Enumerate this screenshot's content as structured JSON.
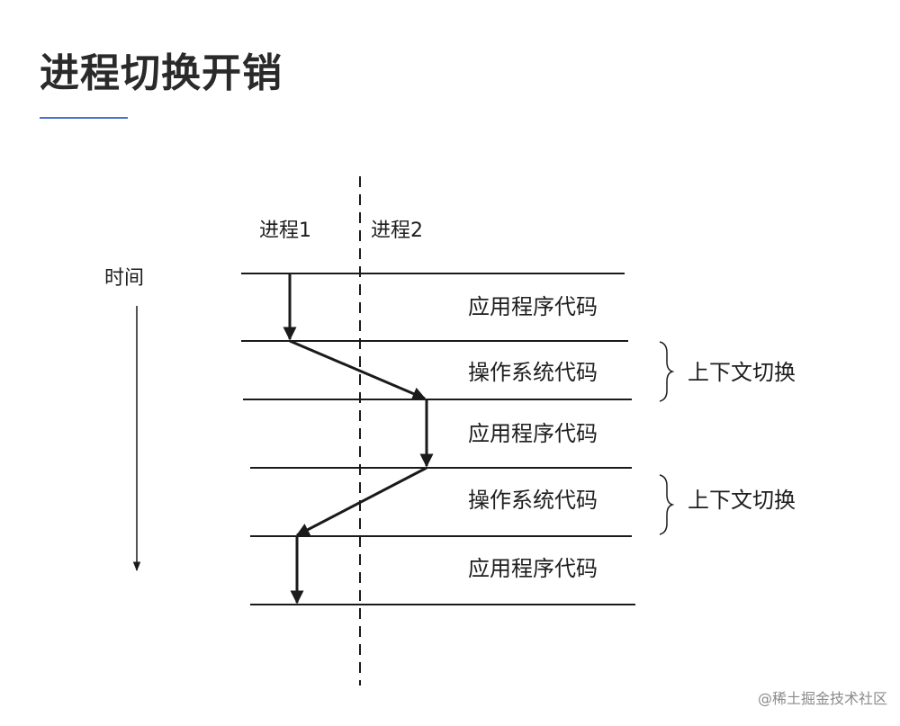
{
  "title": "进程切换开销",
  "diagram": {
    "time_label": "时间",
    "process1_label": "进程1",
    "process2_label": "进程2",
    "segments": [
      {
        "label": "应用程序代码"
      },
      {
        "label": "操作系统代码"
      },
      {
        "label": "应用程序代码"
      },
      {
        "label": "操作系统代码"
      },
      {
        "label": "应用程序代码"
      }
    ],
    "context_switch_label": "上下文切换"
  },
  "watermark": "@稀土掘金技术社区",
  "colors": {
    "line": "#1a1a1a",
    "underline": "#4a6fd4",
    "watermark": "#8a8a8a"
  }
}
